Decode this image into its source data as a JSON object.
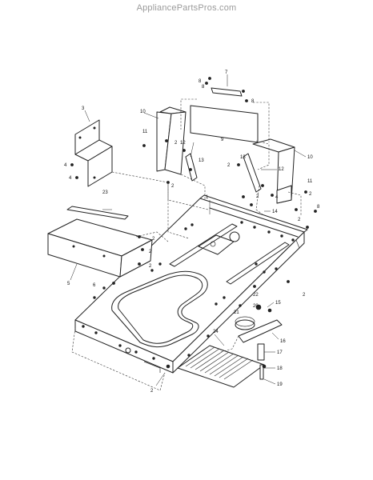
{
  "watermark": "AppliancePartsPros.com",
  "callouts": {
    "c1": "1",
    "c2a": "2",
    "c2b": "2",
    "c2c": "2",
    "c2d": "2",
    "c2e": "2",
    "c2f": "2",
    "c2g": "2",
    "c2h": "2",
    "c2i": "2",
    "c2j": "2",
    "c2k": "2",
    "c3": "3",
    "c4a": "4",
    "c4b": "4",
    "c4c": "4",
    "c5": "5",
    "c6": "6",
    "c7": "7",
    "c8a": "8",
    "c8b": "8",
    "c8c": "8",
    "c8d": "8",
    "c9": "9",
    "c10a": "10",
    "c10b": "10",
    "c11a": "11",
    "c11b": "11",
    "c12a": "12",
    "c12b": "12",
    "c13a": "13",
    "c13b": "13",
    "c14": "14",
    "c15": "15",
    "c16": "16",
    "c17": "17",
    "c18": "18",
    "c19": "19",
    "c20": "20",
    "c21": "21",
    "c22": "22",
    "c23": "23",
    "c24": "24"
  }
}
